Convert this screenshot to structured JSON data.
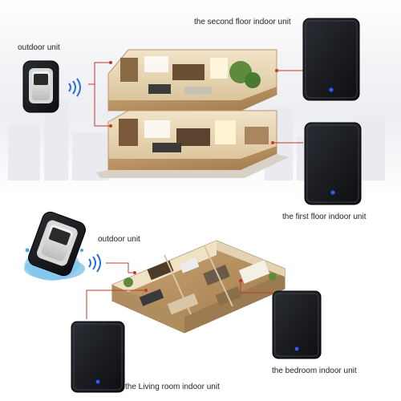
{
  "labels": {
    "outdoor_unit_top": "outdoor unit",
    "second_floor": "the second floor indoor unit",
    "first_floor": "the first floor indoor unit",
    "outdoor_unit_bottom": "outdoor unit",
    "living_room": "the Living room indoor unit",
    "bedroom": "the bedroom indoor unit"
  },
  "colors": {
    "connector_line": "#c0392b",
    "indoor_unit_body": "#15171c",
    "indicator_led": "#2f5bff",
    "wireless_waves": "#2a6fd6",
    "water_splash": "#4aa8e0"
  },
  "icons": [
    "wireless-signal-icon",
    "indicator-led-icon",
    "doorbell-button-icon"
  ]
}
